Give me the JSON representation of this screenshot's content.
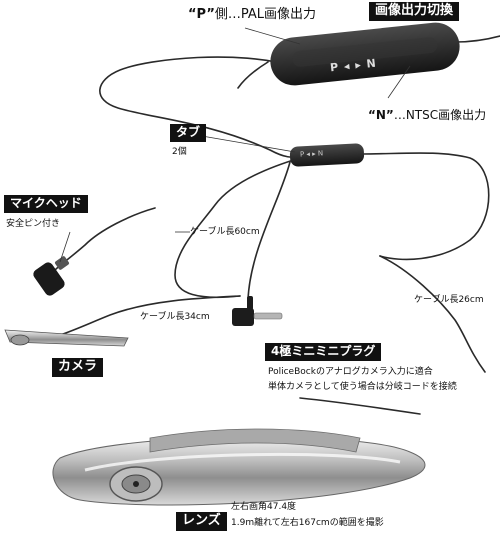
{
  "colors": {
    "tag_bg": "#111111",
    "tag_text": "#ffffff",
    "cable": "#2a2a2a",
    "metal": "#c8c8c8"
  },
  "labels": {
    "switch_title": "画像出力切換",
    "p_side_quote": "“P”",
    "p_side_text": "側…PAL画像出力",
    "n_side_quote": "“N”",
    "n_side_text": "…NTSC画像出力",
    "tab_title": "タブ",
    "tab_count": "2個",
    "mic_title": "マイクヘッド",
    "mic_note": "安全ピン付き",
    "cable_60": "ケーブル長60cm",
    "cable_26": "ケーブル長26cm",
    "cable_34": "ケーブル長34cm",
    "camera_title": "カメラ",
    "plug_title": "4極ミニミニプラグ",
    "plug_note_1": "PoliceBockのアナログカメラ入力に適合",
    "plug_note_2": "単体カメラとして使う場合は分岐コードを接続",
    "lens_title": "レンズ",
    "lens_note_1": "左右画角47.4度",
    "lens_note_2": "1.9m離れて左右167cmの範囲を撮影",
    "switch_print": "P ◂ ▸ N",
    "tab_print": "P ◂ ▸ N"
  }
}
